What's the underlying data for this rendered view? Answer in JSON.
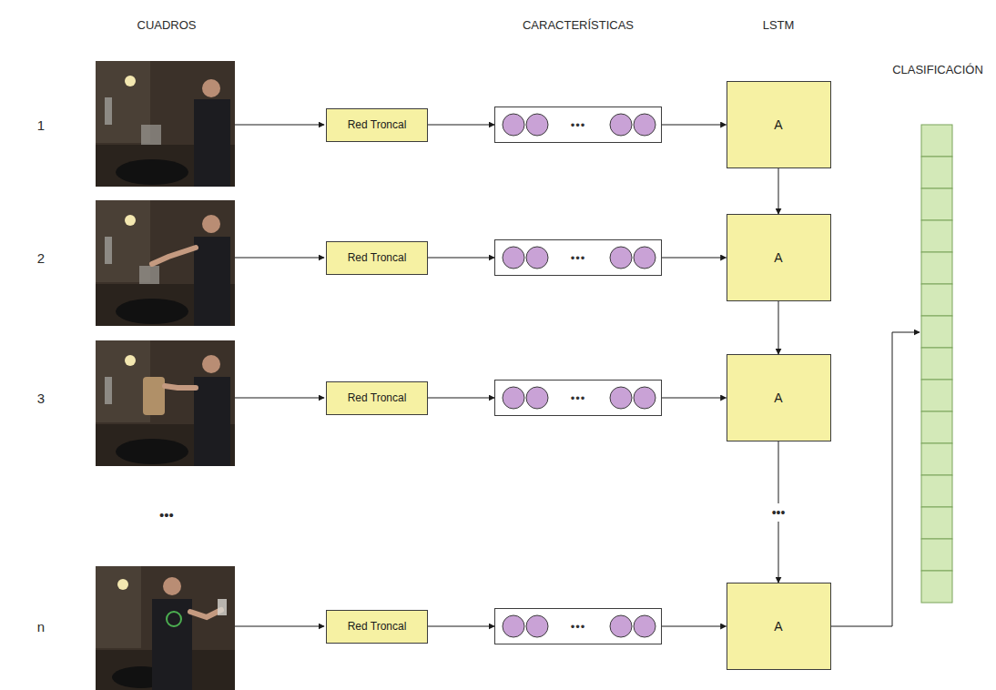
{
  "diagram": {
    "nodes": [
      {
        "text": [
          "Red Troncal"
        ]
      },
      {
        "text": [
          "•••"
        ]
      },
      {
        "text": [
          "A"
        ]
      },
      {
        "text": [
          "Red Troncal"
        ]
      },
      {
        "text": [
          "•••"
        ]
      },
      {
        "text": [
          "A"
        ]
      },
      {
        "text": [
          "Red Troncal"
        ]
      },
      {
        "text": [
          "•••"
        ]
      },
      {
        "text": [
          "A"
        ]
      },
      {
        "text": [
          "Red Troncal"
        ]
      },
      {
        "text": [
          "•••"
        ]
      },
      {
        "text": [
          "A"
        ]
      }
    ],
    "edges": [
      {
        "from": 0,
        "to": 1,
        "arrow": "to"
      },
      {
        "from": 1,
        "to": 2,
        "arrow": "to"
      },
      {
        "from": 3,
        "to": 4,
        "arrow": "to"
      },
      {
        "from": 4,
        "to": 5,
        "arrow": "to"
      },
      {
        "from": 6,
        "to": 7,
        "arrow": "to"
      },
      {
        "from": 7,
        "to": 8,
        "arrow": "to"
      },
      {
        "from": 9,
        "to": 10,
        "arrow": "to"
      },
      {
        "from": 10,
        "to": 11,
        "arrow": "to"
      },
      {
        "from": 2,
        "to": 5,
        "arrow": "to"
      },
      {
        "from": 5,
        "to": 8,
        "arrow": "to"
      },
      {
        "from": 8,
        "to": 11,
        "label": "•••",
        "arrow": "to"
      }
    ],
    "labels": [
      "CUADROS",
      "CARACTERÍSTICAS",
      "LSTM",
      "CLASIFICACIÓN",
      "1",
      "2",
      "3",
      "•••",
      "n"
    ]
  }
}
